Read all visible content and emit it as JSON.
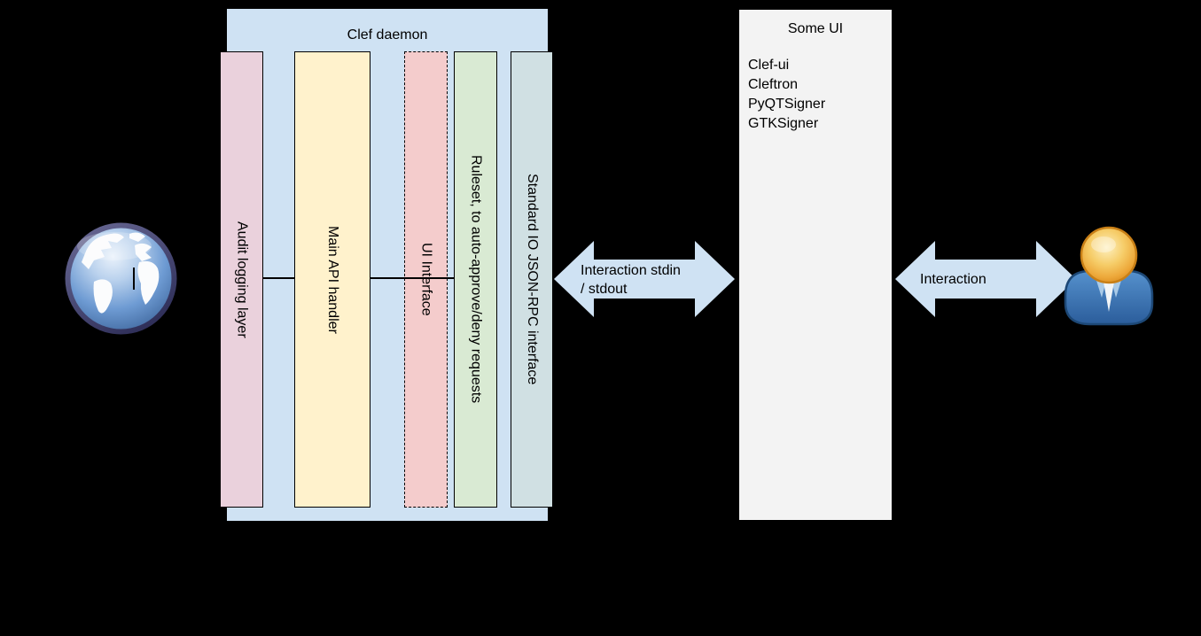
{
  "background_color": "#000000",
  "clef_daemon": {
    "title": "Clef daemon",
    "fill": "#cfe2f3",
    "layers": [
      {
        "label": "Audit logging layer",
        "fill": "#ead1dc",
        "border_style": "solid"
      },
      {
        "label": "Main API handler",
        "fill": "#fff2cc",
        "border_style": "solid"
      },
      {
        "label": "UI Interface",
        "fill": "#f4cccc",
        "border_style": "dashed"
      },
      {
        "label": "Ruleset, to auto-approve/deny requests",
        "fill": "#d9ead3",
        "border_style": "solid"
      },
      {
        "label": "Standard IO JSON-RPC interface",
        "fill": "#d0e0e3",
        "border_style": "solid"
      }
    ]
  },
  "some_ui": {
    "title": "Some UI",
    "fill": "#f3f3f3",
    "items": [
      "Clef-ui",
      "Cleftron",
      "PyQTSigner",
      "GTKSigner"
    ]
  },
  "left_arrow": {
    "fill": "#cfe2f3",
    "lines": [
      "Interaction stdin",
      "/ stdout"
    ]
  },
  "right_arrow": {
    "fill": "#cfe2f3",
    "label": "Interaction"
  },
  "icons": {
    "left": "globe-icon",
    "right": "user-icon"
  }
}
